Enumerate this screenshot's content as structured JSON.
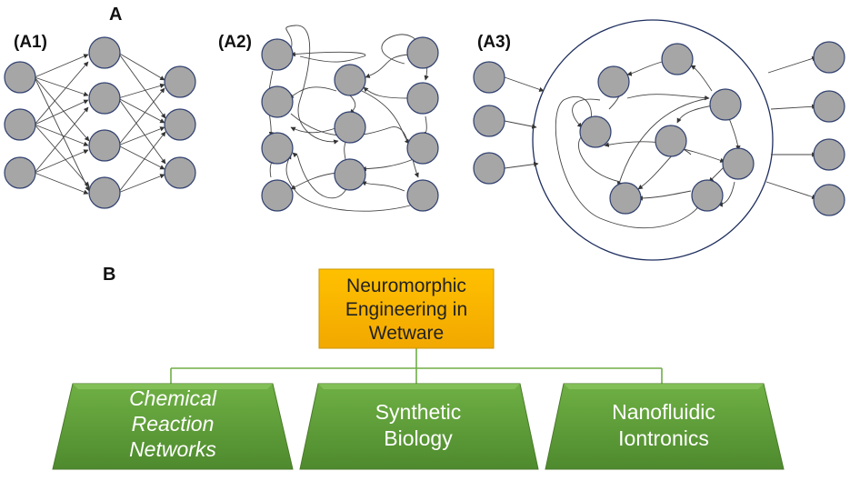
{
  "panel_a": {
    "label": "A",
    "subpanels": [
      {
        "label": "(A1)"
      },
      {
        "label": "(A2)"
      },
      {
        "label": "(A3)"
      }
    ]
  },
  "panel_b": {
    "label": "B",
    "root": {
      "lines": [
        "Neuromorphic",
        "Engineering in",
        "Wetware"
      ]
    },
    "children": [
      {
        "lines": [
          "Chemical",
          "Reaction",
          "Networks"
        ],
        "italic": true
      },
      {
        "lines": [
          "Synthetic",
          "Biology"
        ],
        "italic": false
      },
      {
        "lines": [
          "Nanofluidic",
          "Iontronics"
        ],
        "italic": false
      }
    ]
  },
  "colors": {
    "node_fill": "#a6a6a6",
    "node_stroke": "#2f3f6f",
    "edge": "#444444",
    "root_fill": "#ffc000",
    "child_fill": "#70ad47",
    "connector": "#70ad47"
  }
}
